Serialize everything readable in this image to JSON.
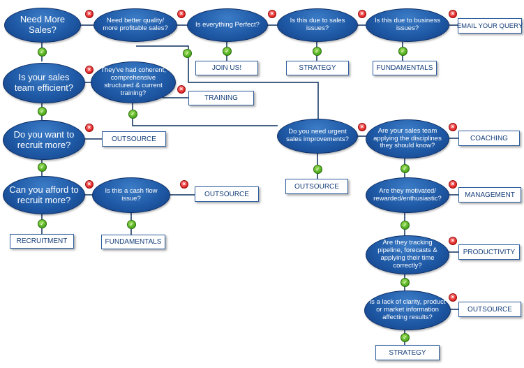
{
  "diagram": {
    "colors": {
      "node_fill": "#1f5aa7",
      "node_border": "#0d2f66",
      "box_text": "#153e7a",
      "line": "#0b2e5e",
      "yes": "#4aa81c",
      "no": "#e02020"
    },
    "icons": {
      "yes": "check-icon",
      "no": "cross-icon"
    },
    "nodes": {
      "need_more_sales": "Need More Sales?",
      "better_quality": "Need better quality/ more profitable sales?",
      "is_everything_perfect": "Is everything Perfect?",
      "due_sales_issues": "Is this due to sales issues?",
      "due_business_issues": "Is this due to  business issues?",
      "team_efficient": "Is your sales team efficient?",
      "coherent_training": "They've had coherent, comprehensive structured & current training?",
      "want_recruit": "Do you want to recruit more?",
      "need_urgent": "Do you need urgent sales improvements?",
      "applying_disciplines": "Are your sales team applying the disciplines they should know?",
      "afford_recruit": "Can you afford to recruit more?",
      "cash_flow": "Is this a cash flow issue?",
      "motivated": "Are they motivated/ rewarded/enthusiastic?",
      "tracking": "Are they tracking pipeline, forecasts & applying their time correctly?",
      "lack_clarity": "Is a lack of clarity, product or market information affecting results?"
    },
    "outcomes": {
      "email_query": "EMAIL YOUR QUERY",
      "join_us": "JOIN US!",
      "strategy_top": "STRATEGY",
      "fundamentals_top": "FUNDAMENTALS",
      "training": "TRAINING",
      "outsource_recruit": "OUTSOURCE",
      "outsource_urgent": "OUTSOURCE",
      "coaching": "COACHING",
      "outsource_cash": "OUTSOURCE",
      "management": "MANAGEMENT",
      "recruitment": "RECRUITMENT",
      "fundamentals_cash": "FUNDAMENTALS",
      "productivity": "PRODUCTIVITY",
      "outsource_clarity": "OUTSOURCE",
      "strategy_bottom": "STRATEGY"
    }
  }
}
